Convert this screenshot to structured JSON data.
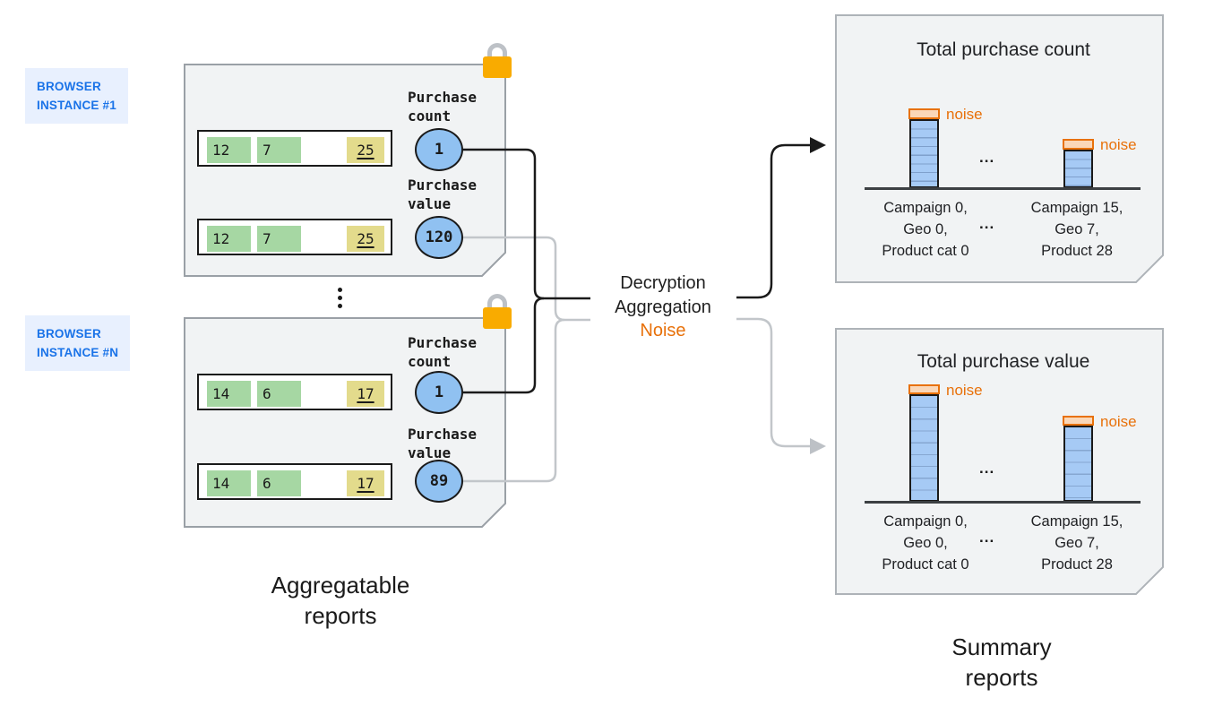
{
  "colors": {
    "badge_bg": "#E8F0FE",
    "badge_text": "#1A73E8",
    "box_fill": "#F1F3F4",
    "box_stroke": "#9AA0A6",
    "green_cell": "#A6D7A3",
    "yellow_cell": "#E3DB8C",
    "circle_blue": "#90C1F1",
    "bar_blue": "#A6CAF5",
    "orange": "#E8710A",
    "noise_fill": "#FAD7B8",
    "lock_body": "#F9AB00",
    "lock_shackle": "#BDC1C6",
    "connector_black": "#1a1a1a",
    "connector_gray": "#C2C6CA"
  },
  "left": {
    "instances": [
      {
        "badge": [
          "BROWSER",
          "INSTANCE #1"
        ],
        "rows": [
          {
            "green1": "12",
            "green2": "7",
            "yellow": "25"
          },
          {
            "green1": "12",
            "green2": "7",
            "yellow": "25"
          }
        ],
        "metrics": [
          {
            "label": "Purchase\ncount",
            "value": "1"
          },
          {
            "label": "Purchase\nvalue",
            "value": "120"
          }
        ]
      },
      {
        "badge": [
          "BROWSER",
          "INSTANCE #N"
        ],
        "rows": [
          {
            "green1": "14",
            "green2": "6",
            "yellow": "17"
          },
          {
            "green1": "14",
            "green2": "6",
            "yellow": "17"
          }
        ],
        "metrics": [
          {
            "label": "Purchase\ncount",
            "value": "1"
          },
          {
            "label": "Purchase\nvalue",
            "value": "89"
          }
        ]
      }
    ],
    "caption": "Aggregatable\nreports"
  },
  "middle": {
    "line1": "Decryption",
    "line2": "Aggregation",
    "line3": "Noise"
  },
  "right": {
    "charts": [
      {
        "title": "Total purchase count",
        "bars": [
          {
            "noise_label": "noise",
            "xlabel": "Campaign 0,\nGeo 0,\nProduct cat 0"
          },
          {
            "noise_label": "noise",
            "xlabel": "Campaign 15,\nGeo 7,\nProduct 28"
          }
        ],
        "dots_bars": "...",
        "dots_labels": "..."
      },
      {
        "title": "Total purchase value",
        "bars": [
          {
            "noise_label": "noise",
            "xlabel": "Campaign 0,\nGeo 0,\nProduct cat 0"
          },
          {
            "noise_label": "noise",
            "xlabel": "Campaign 15,\nGeo 7,\nProduct 28"
          }
        ],
        "dots_bars": "...",
        "dots_labels": "..."
      }
    ],
    "caption": "Summary\nreports"
  }
}
